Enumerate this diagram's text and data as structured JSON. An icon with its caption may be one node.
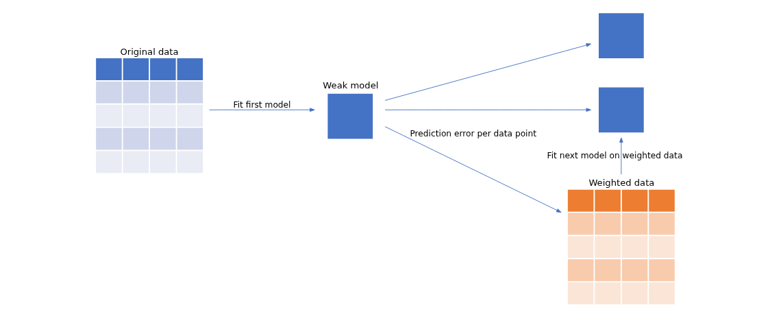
{
  "diagram": {
    "nodes": [
      {
        "text": [
          "Original data"
        ]
      },
      {
        "text": [
          "Weak model"
        ]
      },
      {
        "text": [],
        "shape": "box"
      },
      {
        "text": [],
        "shape": "box"
      },
      {
        "text": [
          "Weighted data"
        ]
      }
    ],
    "edges": [
      {
        "from": 0,
        "to": 1,
        "arrow": "to",
        "label": "Fit first model"
      },
      {
        "from": 1,
        "to": 2,
        "arrow": "to"
      },
      {
        "from": 1,
        "to": 3,
        "arrow": "to"
      },
      {
        "from": 1,
        "to": 4,
        "arrow": "to",
        "label": "Prediction error per data point"
      },
      {
        "from": 4,
        "to": 3,
        "arrow": "to",
        "label": "Fit next model on weighted data"
      }
    ]
  }
}
